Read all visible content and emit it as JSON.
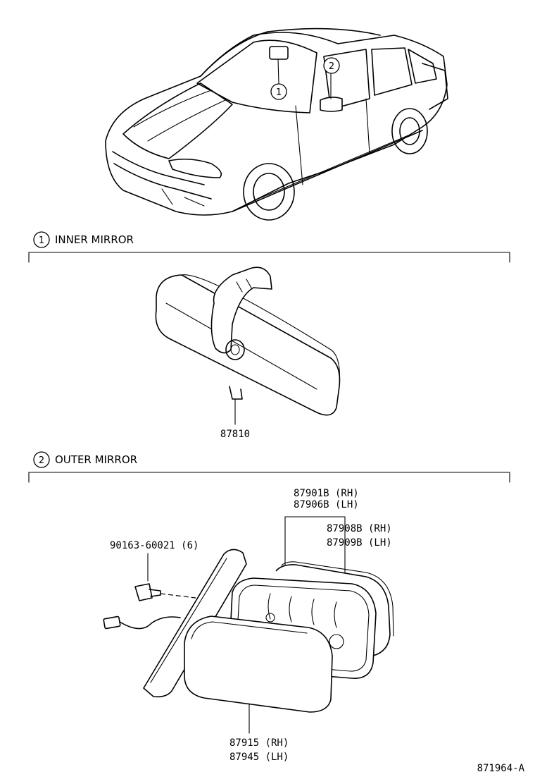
{
  "diagram_id": "871964-A",
  "callouts": {
    "inner": "1",
    "outer": "2"
  },
  "sections": {
    "inner": {
      "number": "1",
      "title": "INNER MIRROR",
      "parts": [
        "87810"
      ]
    },
    "outer": {
      "number": "2",
      "title": "OUTER MIRROR",
      "parts": {
        "mirror_assy_rh": "87901B (RH)",
        "mirror_assy_lh": "87906B (LH)",
        "mirror_sub_rh": "87908B (RH)",
        "mirror_sub_lh": "87909B (LH)",
        "screw": "90163-60021 (6)",
        "cover_rh": "87915 (RH)",
        "cover_lh": "87945 (LH)"
      }
    }
  }
}
